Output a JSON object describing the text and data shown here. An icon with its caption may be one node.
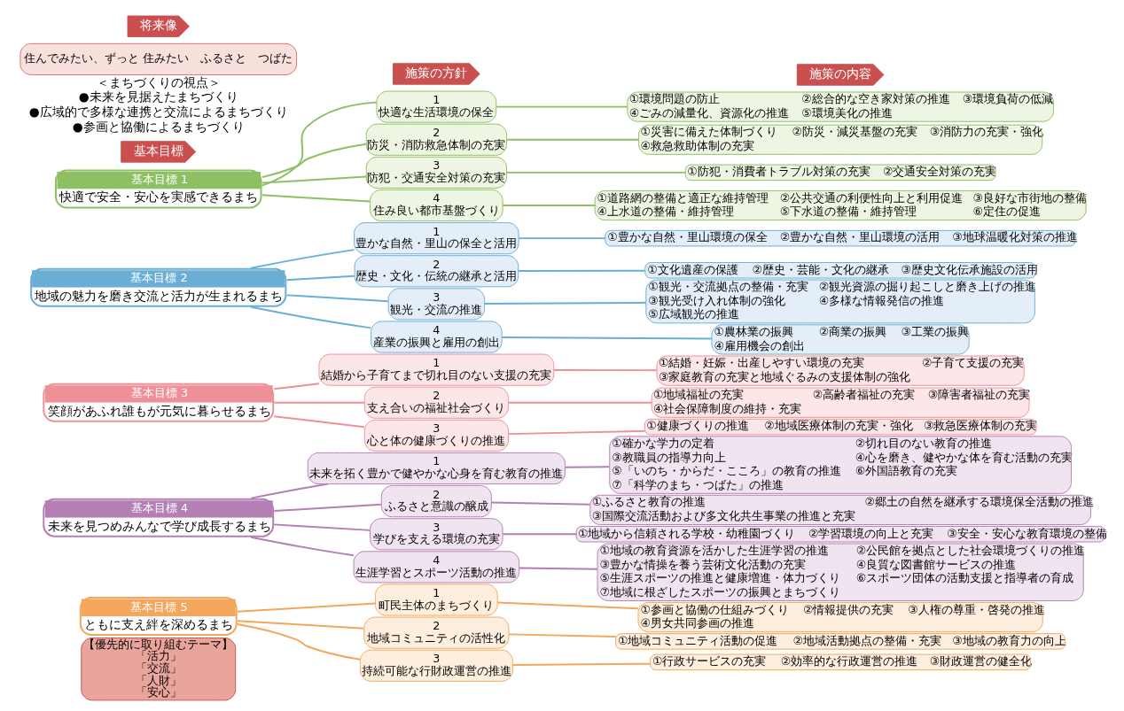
{
  "diagram": {
    "nodes": [
      {
        "text": [
          "将来像"
        ]
      },
      {
        "text": [
          "住んでみたい、ずっと 住みたい　ふるさと　つばた"
        ]
      },
      {
        "text": [
          "基本目標"
        ]
      },
      {
        "text": [
          "基本目標 1",
          "快適で安全・安心を実感できるまち"
        ]
      },
      {
        "text": [
          "基本目標 2",
          "地域の魅力を磨き交流と活力が生まれるまち"
        ]
      },
      {
        "text": [
          "基本目標 3",
          "笑顔があふれ誰もが元気に暮らせるまち"
        ]
      },
      {
        "text": [
          "基本目標 4",
          "未来を見つめみんなで学び成長するまち"
        ]
      },
      {
        "text": [
          "基本目標 5",
          "ともに支え絆を深めるまち"
        ]
      },
      {
        "text": [
          "施策の方針"
        ]
      },
      {
        "text": [
          "1",
          "快適な生活環境の保全"
        ]
      },
      {
        "text": [
          "2",
          "防災・消防救急体制の充実"
        ]
      },
      {
        "text": [
          "3",
          "防犯・交通安全対策の充実"
        ]
      },
      {
        "text": [
          "4",
          "住み良い都市基盤づくり"
        ]
      },
      {
        "text": [
          "1",
          "豊かな自然・里山の保全と活用"
        ]
      },
      {
        "text": [
          "2",
          "歴史・文化・伝統の継承と活用"
        ]
      },
      {
        "text": [
          "3",
          "観光・交流の推進"
        ]
      },
      {
        "text": [
          "4",
          "産業の振興と雇用の創出"
        ]
      },
      {
        "text": [
          "1",
          "結婚から子育てまで切れ目のない支援の充実"
        ]
      },
      {
        "text": [
          "2",
          "支え合いの福祉社会づくり"
        ]
      },
      {
        "text": [
          "3",
          "心と体の健康づくりの推進"
        ]
      },
      {
        "text": [
          "1",
          "未来を拓く豊かで健やかな心身を育む教育の推進"
        ]
      },
      {
        "text": [
          "2",
          "ふるさと意識の醸成"
        ]
      },
      {
        "text": [
          "3",
          "学びを支える環境の充実"
        ]
      },
      {
        "text": [
          "4",
          "生涯学習とスポーツ活動の推進"
        ]
      },
      {
        "text": [
          "1",
          "町民主体のまちづくり"
        ]
      },
      {
        "text": [
          "2",
          "地域コミュニティの活性化"
        ]
      },
      {
        "text": [
          "3",
          "持続可能な行財政運営の推進"
        ]
      },
      {
        "text": [
          "施策の内容"
        ]
      },
      {
        "text": [
          "①環境問題の防止",
          "②総合的な空き家対策の推進",
          "③環境負荷の低減",
          "④ごみの減量化、資源化の推進",
          "⑤環境美化の推進"
        ]
      },
      {
        "text": [
          "①災害に備えた体制づくり",
          "②防災・減災基盤の充実",
          "③消防力の充実・強化",
          "④救急救助体制の充実"
        ]
      },
      {
        "text": [
          "①防犯・消費者トラブル対策の充実",
          "②交通安全対策の充実"
        ]
      },
      {
        "text": [
          "①道路網の整備と適正な維持管理",
          "②公共交通の利便性向上と利用促進",
          "③良好な市街地の整備",
          "④上水道の整備・維持管理",
          "⑤下水道の整備・維持管理",
          "⑥定住の促進"
        ]
      },
      {
        "text": [
          "①豊かな自然・里山環境の保全",
          "②豊かな自然・里山環境の活用",
          "③地球温暖化対策の推進"
        ]
      },
      {
        "text": [
          "①文化遺産の保護",
          "②歴史・芸能・文化の継承",
          "③歴史文化伝承施設の活用"
        ]
      },
      {
        "text": [
          "①観光・交流拠点の整備・充実",
          "②観光資源の掘り起こしと磨き上げの推進",
          "③観光受け入れ体制の強化",
          "④多様な情報発信の推進",
          "⑤広域観光の推進"
        ]
      },
      {
        "text": [
          "①農林業の振興",
          "②商業の振興",
          "③工業の振興",
          "④雇用機会の創出"
        ]
      },
      {
        "text": [
          "①結婚・妊娠・出産しやすい環境の充実",
          "②子育て支援の充実",
          "③家庭教育の充実と地域ぐるみの支援体制の強化"
        ]
      },
      {
        "text": [
          "①地域福祉の充実",
          "②高齢者福祉の充実",
          "③障害者福祉の充実",
          "④社会保障制度の維持・充実"
        ]
      },
      {
        "text": [
          "①健康づくりの推進",
          "②地域医療体制の充実・強化",
          "③救急医療体制の充実"
        ]
      },
      {
        "text": [
          "①確かな学力の定着",
          "②切れ目のない教育の推進",
          "③教職員の指導力向上",
          "④心を磨き、健やかな体を育む活動の充実",
          "⑤「いのち・からだ・こころ」の教育の推進",
          "⑥外国語教育の充実",
          "⑦「科学のまち・つばた」の推進"
        ]
      },
      {
        "text": [
          "①ふるさと教育の推進",
          "②郷土の自然を継承する環境保全活動の推進",
          "③国際交流活動および多文化共生事業の推進と充実"
        ]
      },
      {
        "text": [
          "①地域から信頼される学校・幼稚園づくり",
          "②学習環境の向上と充実",
          "③安全・安心な教育環境の整備"
        ]
      },
      {
        "text": [
          "①地域の教育資源を活かした生涯学習の推進",
          "②公民館を拠点とした社会環境づくりの推進",
          "③豊かな情操を養う芸術文化活動の充実",
          "④良質な図書館サービスの推進",
          "⑤生涯スポーツの推進と健康増進・体力づくり",
          "⑥スポーツ団体の活動支援と指導者の育成",
          "⑦地域に根ざしたスポーツの振興とまちづくり"
        ]
      },
      {
        "text": [
          "①参画と協働の仕組みづくり",
          "②情報提供の充実",
          "③人権の尊重・啓発の推進",
          "④男女共同参画の推進"
        ]
      },
      {
        "text": [
          "①地域コミュニティ活動の促進",
          "②地域活動拠点の整備・充実",
          "③地域の教育力の向上"
        ]
      },
      {
        "text": [
          "①行政サービスの充実",
          "②効率的な行政運営の推進",
          "③財政運営の健全化"
        ]
      },
      {
        "text": [
          "【優先的に取り組むテーマ】",
          "「活力」",
          "「交流」",
          "「人財」",
          "「安心」"
        ]
      }
    ],
    "edges": [
      {
        "from": 3,
        "to": 9,
        "arrow": "none",
        "color": "#8cc063"
      },
      {
        "from": 3,
        "to": 10,
        "arrow": "none",
        "color": "#8cc063"
      },
      {
        "from": 3,
        "to": 11,
        "arrow": "none",
        "color": "#8cc063"
      },
      {
        "from": 3,
        "to": 12,
        "arrow": "none",
        "color": "#8cc063"
      },
      {
        "from": 4,
        "to": 13,
        "arrow": "none",
        "color": "#6aaed6"
      },
      {
        "from": 4,
        "to": 14,
        "arrow": "none",
        "color": "#6aaed6"
      },
      {
        "from": 4,
        "to": 15,
        "arrow": "none",
        "color": "#6aaed6"
      },
      {
        "from": 4,
        "to": 16,
        "arrow": "none",
        "color": "#6aaed6"
      },
      {
        "from": 5,
        "to": 17,
        "arrow": "none",
        "color": "#ef8f96"
      },
      {
        "from": 5,
        "to": 18,
        "arrow": "none",
        "color": "#ef8f96"
      },
      {
        "from": 5,
        "to": 19,
        "arrow": "none",
        "color": "#ef8f96"
      },
      {
        "from": 6,
        "to": 20,
        "arrow": "none",
        "color": "#b47fb5"
      },
      {
        "from": 6,
        "to": 21,
        "arrow": "none",
        "color": "#b47fb5"
      },
      {
        "from": 6,
        "to": 22,
        "arrow": "none",
        "color": "#b47fb5"
      },
      {
        "from": 6,
        "to": 23,
        "arrow": "none",
        "color": "#b47fb5"
      },
      {
        "from": 7,
        "to": 24,
        "arrow": "none",
        "color": "#f3a65c"
      },
      {
        "from": 7,
        "to": 25,
        "arrow": "none",
        "color": "#f3a65c"
      },
      {
        "from": 7,
        "to": 26,
        "arrow": "none",
        "color": "#f3a65c"
      },
      {
        "from": 9,
        "to": 28,
        "arrow": "none",
        "color": "#8cc063"
      },
      {
        "from": 10,
        "to": 29,
        "arrow": "none",
        "color": "#8cc063"
      },
      {
        "from": 11,
        "to": 30,
        "arrow": "none",
        "color": "#8cc063"
      },
      {
        "from": 12,
        "to": 31,
        "arrow": "none",
        "color": "#8cc063"
      },
      {
        "from": 13,
        "to": 32,
        "arrow": "none",
        "color": "#6aaed6"
      },
      {
        "from": 14,
        "to": 33,
        "arrow": "none",
        "color": "#6aaed6"
      },
      {
        "from": 15,
        "to": 34,
        "arrow": "none",
        "color": "#6aaed6"
      },
      {
        "from": 16,
        "to": 35,
        "arrow": "none",
        "color": "#6aaed6"
      },
      {
        "from": 17,
        "to": 36,
        "arrow": "none",
        "color": "#ef8f96"
      },
      {
        "from": 18,
        "to": 37,
        "arrow": "none",
        "color": "#ef8f96"
      },
      {
        "from": 19,
        "to": 38,
        "arrow": "none",
        "color": "#ef8f96"
      },
      {
        "from": 20,
        "to": 39,
        "arrow": "none",
        "color": "#b47fb5"
      },
      {
        "from": 21,
        "to": 40,
        "arrow": "none",
        "color": "#b47fb5"
      },
      {
        "from": 22,
        "to": 41,
        "arrow": "none",
        "color": "#b47fb5"
      },
      {
        "from": 23,
        "to": 42,
        "arrow": "none",
        "color": "#b47fb5"
      },
      {
        "from": 24,
        "to": 43,
        "arrow": "none",
        "color": "#f3a65c"
      },
      {
        "from": 25,
        "to": 44,
        "arrow": "none",
        "color": "#f3a65c"
      },
      {
        "from": 26,
        "to": 45,
        "arrow": "none",
        "color": "#f3a65c"
      }
    ],
    "labels": [
      "＜まちづくりの視点＞",
      "●未来を見据えたまちづくり",
      "●広域的で多様な連携と交流によるまちづくり",
      "●参画と協働によるまちづくり"
    ]
  }
}
